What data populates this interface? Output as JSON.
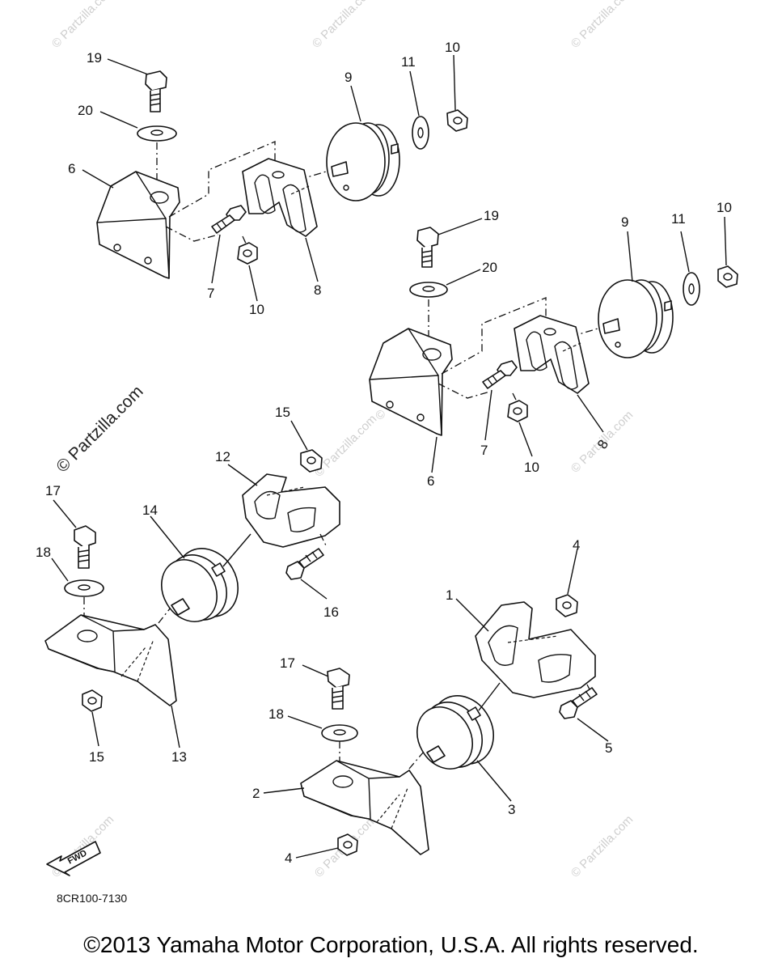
{
  "callouts": {
    "c1": "1",
    "c2": "2",
    "c3": "3",
    "c4a": "4",
    "c4b": "4",
    "c5": "5",
    "c6a": "6",
    "c6b": "6",
    "c7a": "7",
    "c7b": "7",
    "c8a": "8",
    "c8b": "8",
    "c9a": "9",
    "c9b": "9",
    "c10a": "10",
    "c10b": "10",
    "c10c": "10",
    "c10d": "10",
    "c11a": "11",
    "c11b": "11",
    "c12": "12",
    "c13": "13",
    "c14": "14",
    "c15a": "15",
    "c15b": "15",
    "c16": "16",
    "c17a": "17",
    "c17b": "17",
    "c18a": "18",
    "c18b": "18",
    "c19a": "19",
    "c19b": "19",
    "c20a": "20",
    "c20b": "20"
  },
  "watermark": {
    "main": "© Partzilla.com",
    "faint": "© Partzilla.com"
  },
  "diagram_code": "8CR100-7130",
  "fwd_label": "FWD",
  "copyright": "©2013 Yamaha Motor Corporation, U.S.A. All rights reserved."
}
